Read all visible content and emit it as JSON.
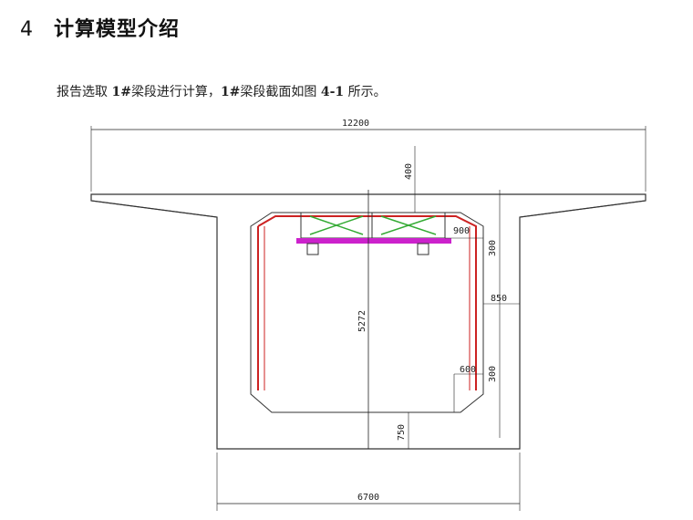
{
  "heading": {
    "number": "4",
    "title": "计算模型介绍"
  },
  "body": {
    "part1": "报告选取 ",
    "bold1": "1#",
    "part2": "梁段进行计算，",
    "bold2": "1#",
    "part3": "梁段截面如图 ",
    "bold3": "4-1",
    "part4": " 所示。"
  },
  "figure": {
    "dimensions": {
      "top_width": "12200",
      "bottom_width": "6700",
      "height": "5272",
      "top_slab": "400",
      "web_width": "900",
      "haunch": "300",
      "side_offset": "850",
      "bottom_small": "600",
      "bottom_haunch": "300",
      "bottom_slab": "750"
    },
    "colors": {
      "structure": "#333333",
      "formwork_red": "#cc2222",
      "truss_green": "#33aa33",
      "beam_magenta": "#cc22cc"
    }
  }
}
